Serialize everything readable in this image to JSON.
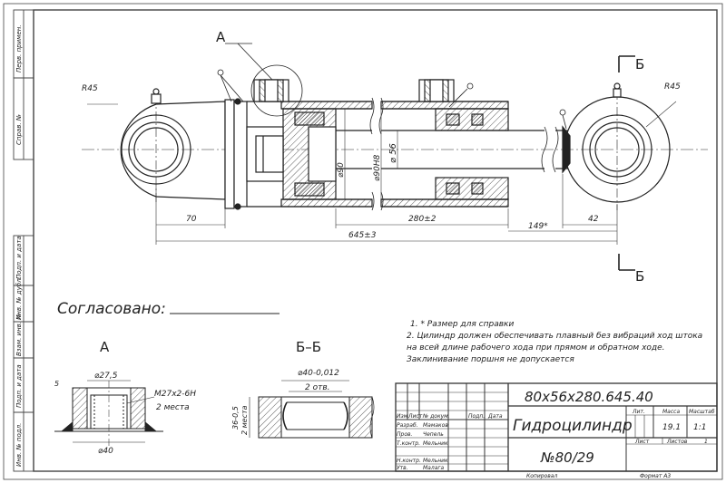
{
  "drawing": {
    "view_a_label": "А",
    "section_b_label": "Б",
    "section_b_label_bottom": "Б",
    "dim_r45_left": "R45",
    "dim_r45_right": "R45",
    "dim_70": "70",
    "dim_280": "280±2",
    "dim_645": "645±3",
    "dim_149": "149*",
    "dim_42": "42",
    "dim_d90": "⌀90",
    "dim_d90h8": "⌀90H8",
    "dim_d56": "⌀ 56",
    "agreed": "Согласовано:",
    "note_1": "1. * Размер для справки",
    "note_2a": "2. Цилиндр должен обеспечивать плавный без вибраций ход штока",
    "note_2b": "на всей  длине рабочего хода при прямом и обратном ходе.",
    "note_2c": "Заклинивание поршня не допускается",
    "detail_a_title": "А",
    "detail_a_d275": "⌀27,5",
    "detail_a_thread": "M27x2-6H",
    "detail_a_places": "2 места",
    "detail_a_d40": "⌀40",
    "detail_a_5": "5",
    "section_bb_title": "Б–Б",
    "section_bb_d40": "⌀40-0,012",
    "section_bb_holes": "2 отв.",
    "section_bb_places": "2 места",
    "section_bb_h": "36-0,5"
  },
  "title_block": {
    "designation": "80х56х280.645.40",
    "name": "Гидроцилиндр",
    "number": "№80/29",
    "col_izm": "Изм",
    "col_list": "Лист",
    "col_doc": "№ докум.",
    "col_podp": "Подп.",
    "col_data": "Дата",
    "razrab": "Разраб.",
    "razrab_name": "Мамаков",
    "prov": "Пров.",
    "prov_name": "Чепель",
    "tkontr": "Т.контр.",
    "tkontr_name": "Мельник",
    "nkontr": "Н.контр.",
    "nkontr_name": "Мельник",
    "utv": "Утв.",
    "utv_name": "Малага",
    "lit_label": "Лит.",
    "massa_label": "Масса",
    "masshtab_label": "Масштаб",
    "massa_value": "19.1",
    "masshtab_value": "1:1",
    "sheet_label": "Лист",
    "sheets_label": "Листов",
    "sheets_value": "1",
    "copied": "Копировал",
    "format": "Формат   А3"
  },
  "side_stamps": [
    "Перв. примен.",
    "Справ. №",
    "Подп. и дата",
    "Инв. № дубл.",
    "Взам. инв. №",
    "Подп. и дата",
    "Инв. № подл."
  ]
}
